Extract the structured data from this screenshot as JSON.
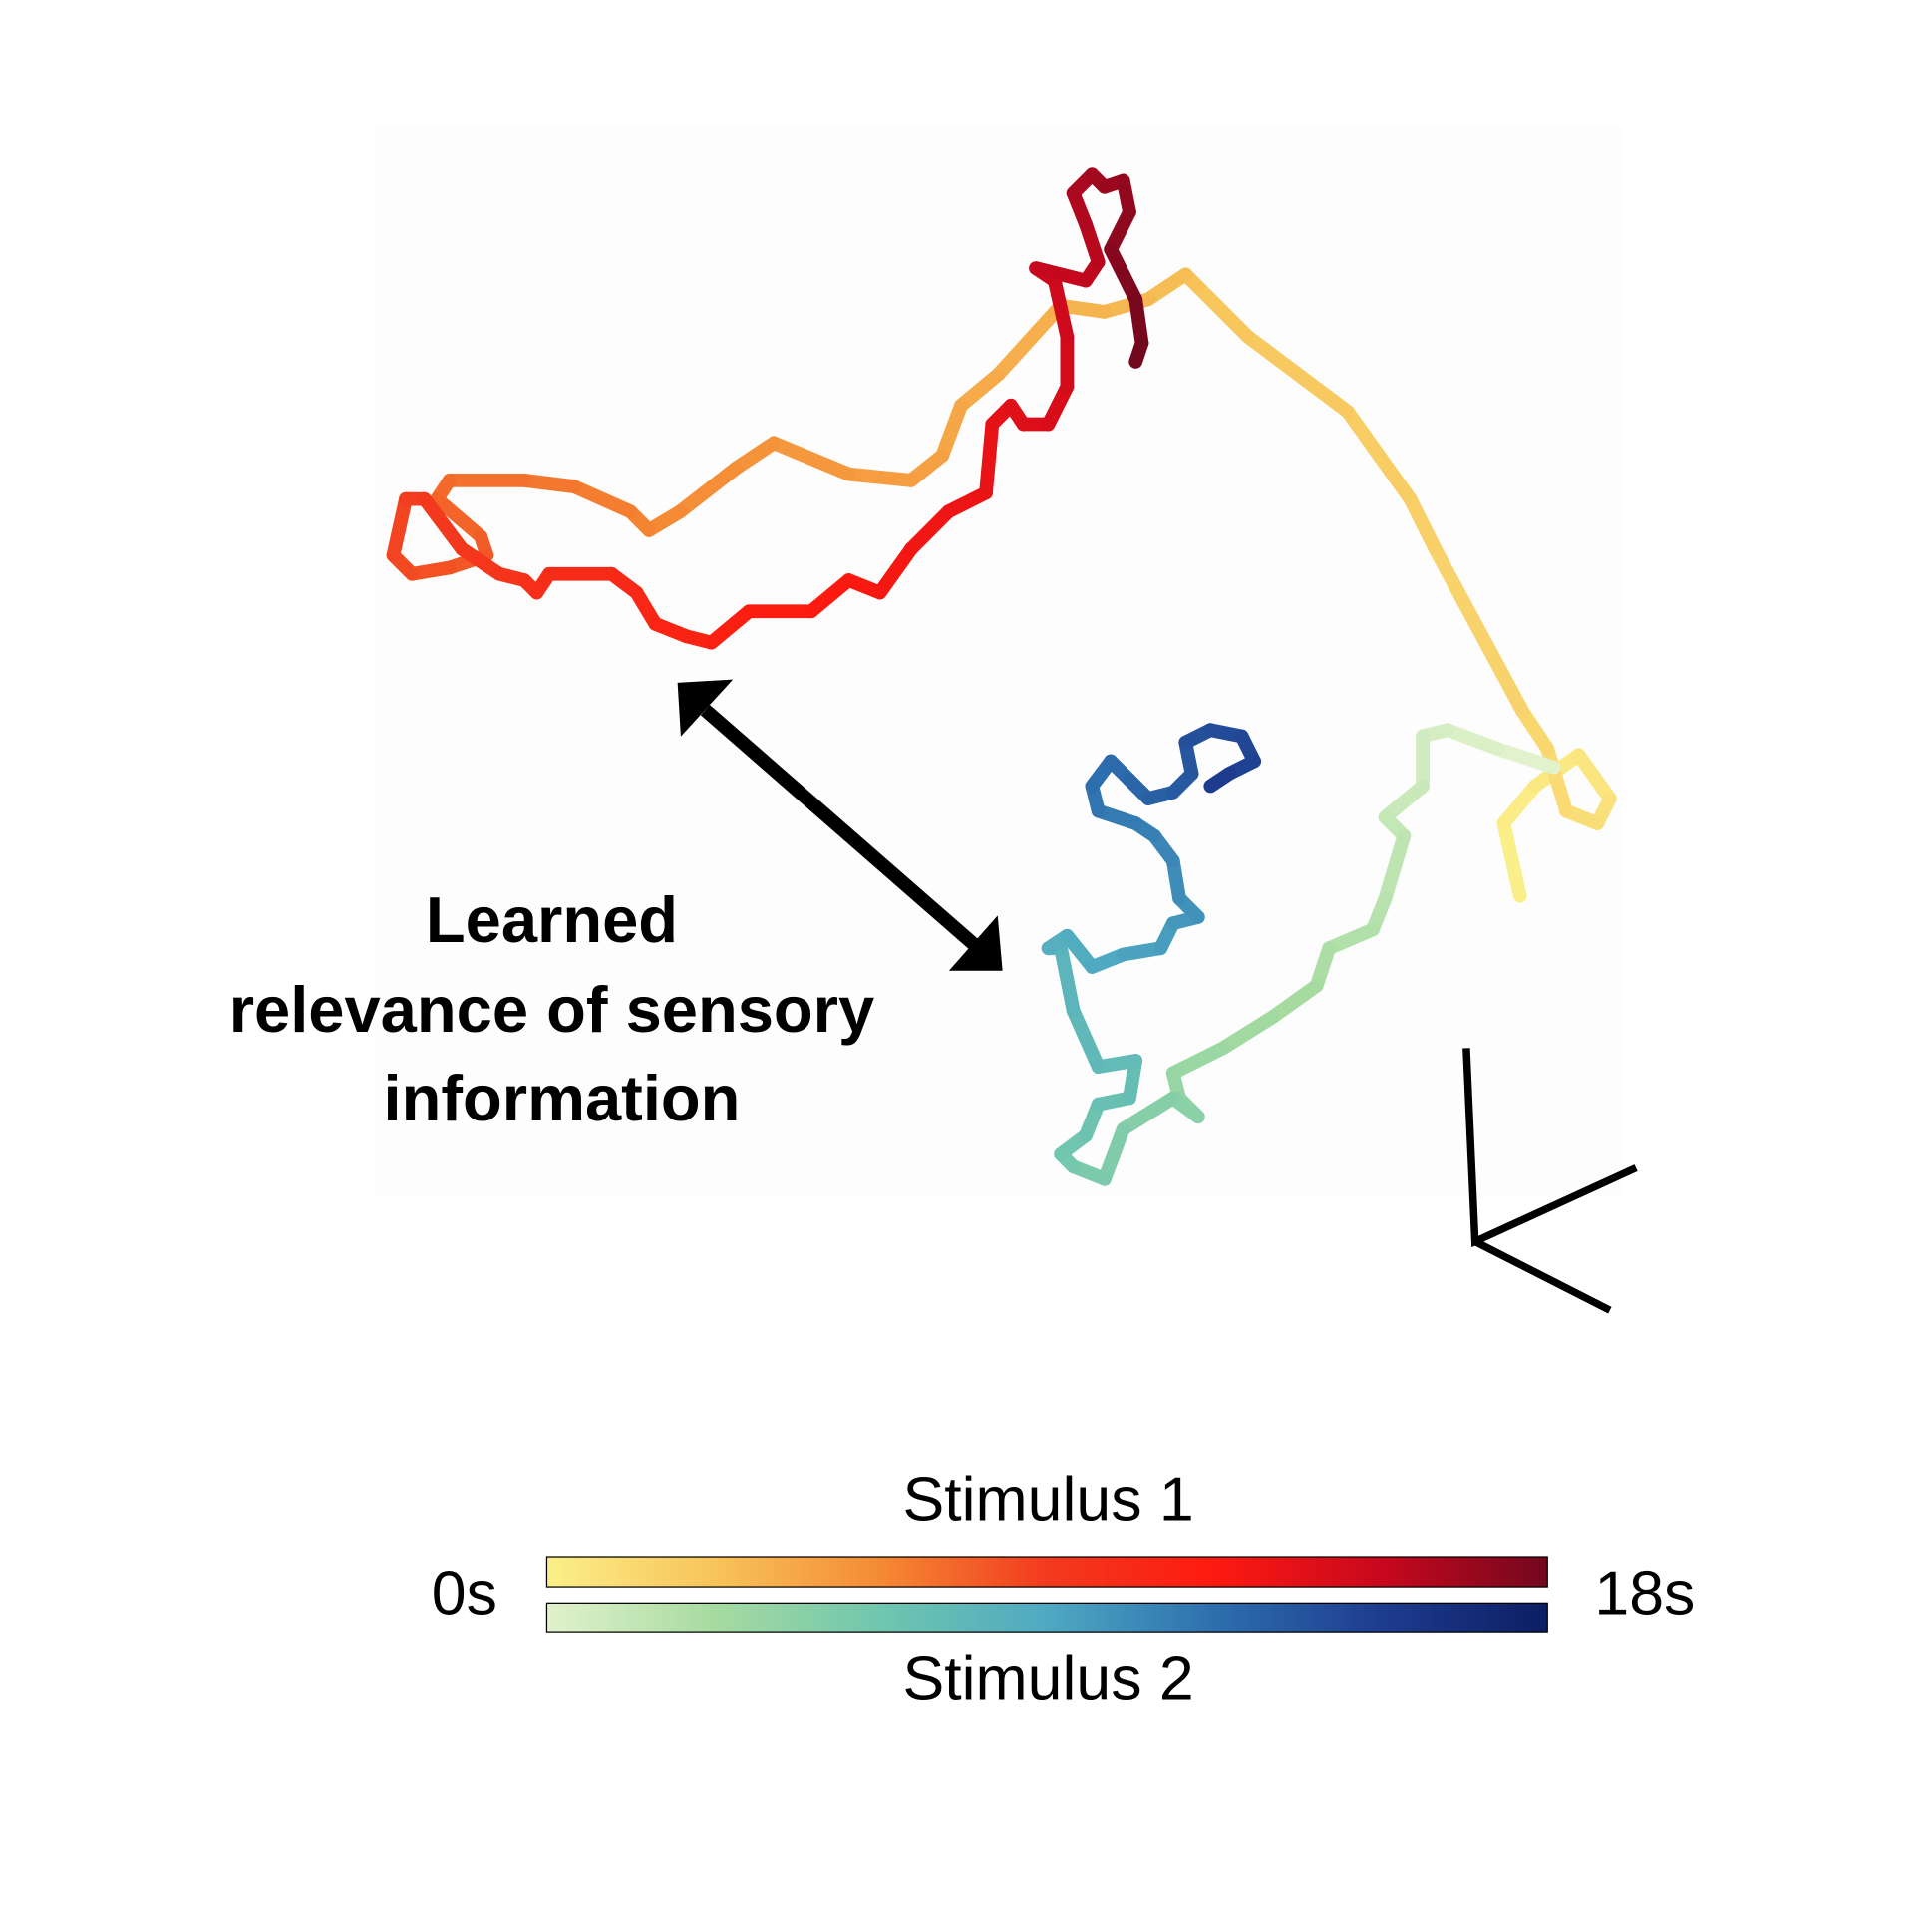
{
  "annotation": {
    "lines": [
      "Learned",
      "relevance of sensory",
      "information"
    ]
  },
  "colorbar": {
    "start_label": "0s",
    "end_label": "18s",
    "stimulus1_label": "Stimulus 1",
    "stimulus2_label": "Stimulus 2",
    "stimulus1_colors": [
      "#fbef8a",
      "#f7c45a",
      "#f48a34",
      "#f23a1e",
      "#fd1a10",
      "#c8081e",
      "#72081e"
    ],
    "stimulus2_colors": [
      "#e2f2cc",
      "#a6dba0",
      "#70c6ae",
      "#4fa9c2",
      "#2d6fae",
      "#1e3c8e",
      "#0c1e64"
    ]
  },
  "chart_data": {
    "type": "line",
    "title": "",
    "xlabel": "",
    "ylabel": "",
    "time_range_s": [
      0,
      18
    ],
    "grid": false,
    "legend": "bottom colorbars",
    "series": [
      {
        "name": "Stimulus 1",
        "x": [
          121.8,
          120.5,
          123,
          126.5,
          129,
          128,
          125.5,
          124,
          122,
          115,
          113,
          108,
          100,
          96,
          95,
          92,
          88.5,
          85,
          80,
          77,
          75.5,
          73,
          68,
          62,
          59,
          54.5,
          52,
          50.5,
          46,
          42,
          36,
          35,
          38.5,
          39,
          36,
          33,
          31.5,
          32.5,
          34,
          37,
          40,
          42,
          43,
          44,
          49,
          51,
          52.5,
          55,
          57,
          60,
          65,
          68,
          70.5,
          73,
          76,
          79,
          79.5,
          81,
          82,
          84,
          85.5,
          85.5,
          84.5,
          83,
          87,
          88,
          87,
          86,
          87.5,
          88.5,
          90,
          90.5,
          89,
          90,
          91,
          91.5,
          91
        ],
        "y": [
          -71.8,
          -66,
          -63,
          -60.5,
          -64,
          -66,
          -65,
          -60,
          -57,
          -44,
          -40,
          -33,
          -27,
          -23,
          -22,
          -24,
          -25,
          -24.5,
          -30,
          -32.5,
          -36.5,
          -38.5,
          -38,
          -35.5,
          -37.5,
          -41,
          -42.5,
          -41,
          -39,
          -38.5,
          -38.5,
          -40,
          -43,
          -44.5,
          -45.5,
          -46,
          -44.5,
          -40,
          -40,
          -44,
          -46,
          -46.5,
          -47.5,
          -46,
          -46,
          -47.5,
          -50,
          -51,
          -51.5,
          -49,
          -49,
          -46.5,
          -47.5,
          -44,
          -41,
          -39.5,
          -34,
          -32.5,
          -34,
          -34,
          -31,
          -27,
          -22.5,
          -21.5,
          -22.5,
          -21,
          -18,
          -15.5,
          -14,
          -15,
          -14.5,
          -17,
          -20,
          -22,
          -24,
          -27.5,
          -29
        ]
      },
      {
        "name": "Stimulus 2",
        "x": [
          124.5,
          120,
          116,
          114,
          114,
          111,
          112.5,
          111,
          110,
          106.5,
          105.5,
          102,
          98,
          94,
          94.5,
          96,
          94,
          90,
          88.5,
          86,
          85,
          87,
          88,
          90.5,
          91,
          88,
          86,
          85,
          84,
          85.5,
          87.5,
          90,
          93,
          94,
          96,
          94.5,
          94,
          92.5,
          91,
          88,
          87.5,
          89,
          90.5,
          92,
          94,
          95.5,
          95,
          97,
          99.5,
          100.5,
          98.5,
          97
        ],
        "y": [
          -61.5,
          -60,
          -58.5,
          -59,
          -63,
          -65.5,
          -67,
          -72,
          -74.5,
          -76,
          -79,
          -81.5,
          -84,
          -86,
          -88,
          -89.5,
          -88,
          -90.5,
          -94.5,
          -93.5,
          -92.5,
          -91,
          -88.5,
          -88,
          -85,
          -85.5,
          -81,
          -76,
          -76,
          -75,
          -77.5,
          -76.5,
          -76,
          -74,
          -73.5,
          -72,
          -69,
          -67,
          -66,
          -65,
          -63,
          -61,
          -62.5,
          -64,
          -63.5,
          -62,
          -59.5,
          -58.5,
          -59,
          -61,
          -62,
          -63
        ]
      }
    ]
  }
}
